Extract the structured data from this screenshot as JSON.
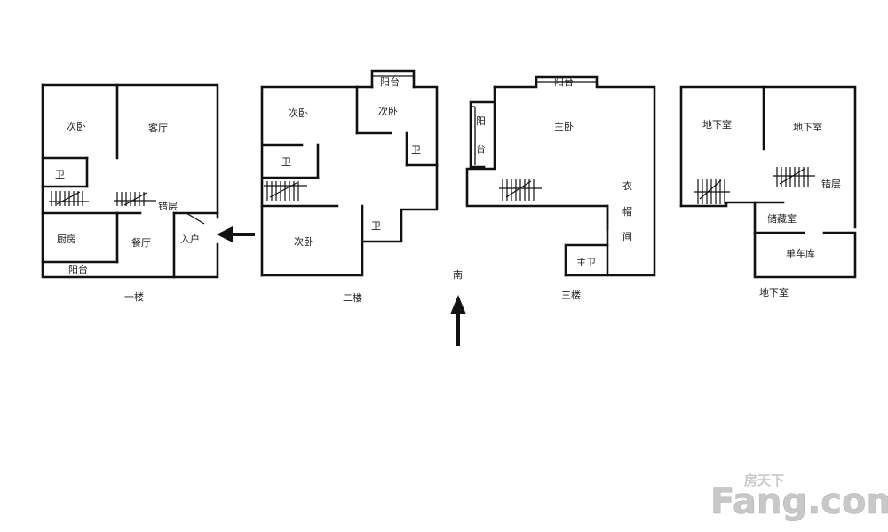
{
  "floors": {
    "f1": {
      "caption": "一楼",
      "rooms": {
        "bedroom": "次卧",
        "living": "客厅",
        "bath": "卫",
        "split_level": "错层",
        "kitchen": "厨房",
        "dining": "餐厅",
        "entry": "入户",
        "balcony": "阳台"
      }
    },
    "f2": {
      "caption": "二楼",
      "rooms": {
        "bedroom_a": "次卧",
        "bedroom_b": "次卧",
        "bedroom_c": "次卧",
        "bath_a": "卫",
        "bath_b": "卫",
        "bath_c": "卫",
        "balcony": "阳台"
      }
    },
    "f3": {
      "caption": "三楼",
      "rooms": {
        "master": "主卧",
        "balcony_top": "阳台",
        "balcony_side_1": "阳",
        "balcony_side_2": "台",
        "closet_1": "衣",
        "closet_2": "帽",
        "closet_3": "间",
        "master_bath": "主卫"
      }
    },
    "basement": {
      "caption": "地下室",
      "rooms": {
        "basement_a": "地下室",
        "basement_b": "地下室",
        "split_level": "错层",
        "storage": "储藏室",
        "garage": "单车库"
      }
    }
  },
  "compass": {
    "label": "南"
  },
  "watermark": {
    "main": "Fang.com",
    "cn": "房天下"
  }
}
